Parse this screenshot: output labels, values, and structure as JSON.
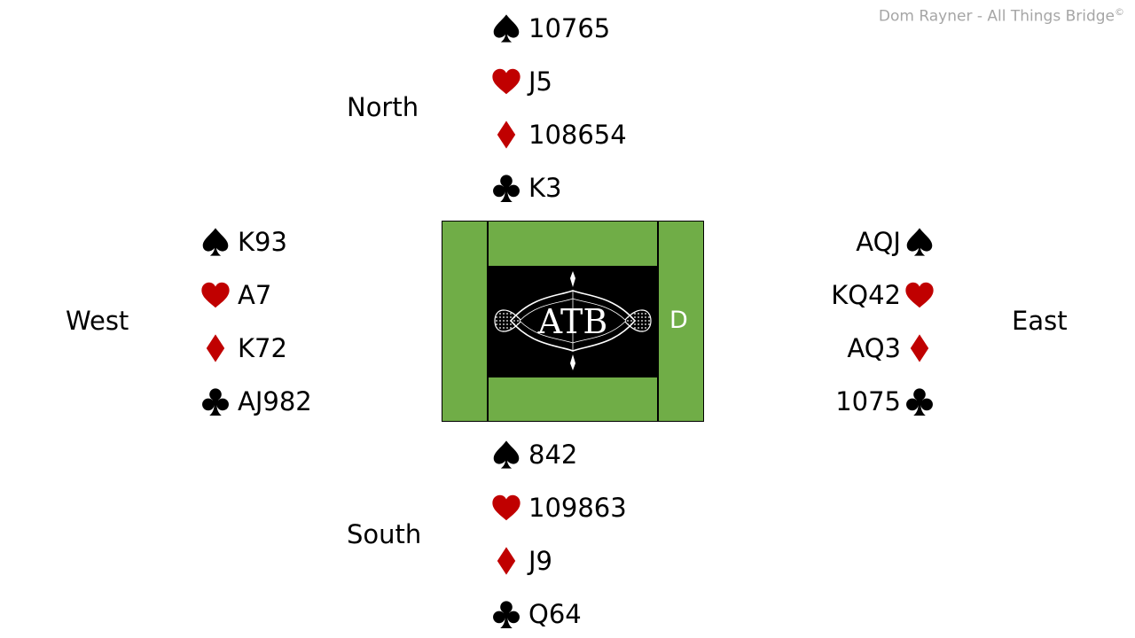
{
  "copyright": {
    "text": "Dom Rayner  - All Things Bridge",
    "symbol": "©"
  },
  "colors": {
    "black_suit": "#000000",
    "red_suit": "#c00000",
    "table_green": "#70ad47"
  },
  "logo": {
    "text": "ATB"
  },
  "dealer_marker": "D",
  "hands": {
    "north": {
      "name": "North",
      "spades": "10765",
      "hearts": "J5",
      "diamonds": "108654",
      "clubs": "K3"
    },
    "south": {
      "name": "South",
      "spades": "842",
      "hearts": "109863",
      "diamonds": "J9",
      "clubs": "Q64"
    },
    "west": {
      "name": "West",
      "spades": "K93",
      "hearts": "A7",
      "diamonds": "K72",
      "clubs": "AJ982"
    },
    "east": {
      "name": "East",
      "spades": "AQJ",
      "hearts": "KQ42",
      "diamonds": "AQ3",
      "clubs": "1075"
    }
  }
}
